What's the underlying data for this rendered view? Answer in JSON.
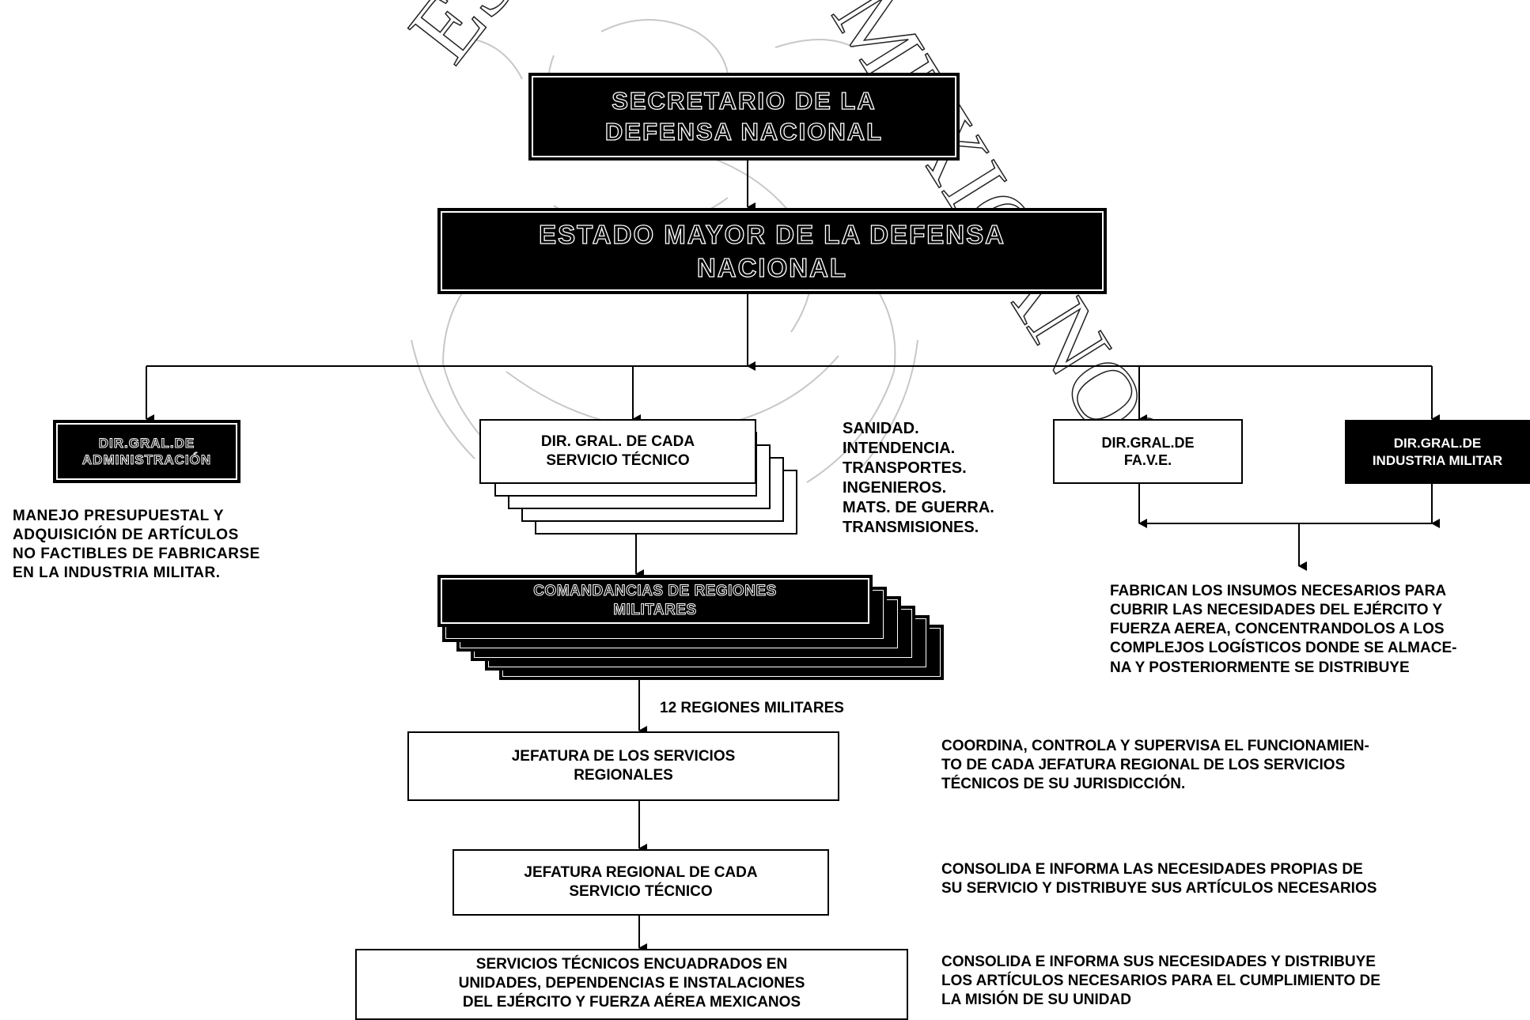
{
  "seal": {
    "text_left": "ESTADOS",
    "text_right": "MEXICANOS"
  },
  "boxes": {
    "secretario": "SECRETARIO DE LA\nDEFENSA NACIONAL",
    "estado_mayor": "ESTADO MAYOR DE LA DEFENSA\nNACIONAL",
    "dir_admin": "DIR.GRAL.DE\nADMINISTRACIÓN",
    "dir_servicio": "DIR. GRAL. DE CADA\nSERVICIO TÉCNICO",
    "dir_fave": "DIR.GRAL.DE\nFA.V.E.",
    "dir_industria": "DIR.GRAL.DE\nINDUSTRIA MILITAR",
    "comandancias": "COMANDANCIAS DE REGIONES\nMILITARES",
    "jefatura_servicios": "JEFATURA DE LOS SERVICIOS\nREGIONALES",
    "jefatura_regional": "JEFATURA REGIONAL DE CADA\nSERVICIO TÉCNICO",
    "servicios_encuadrados": "SERVICIOS TÉCNICOS ENCUADRADOS EN\nUNIDADES, DEPENDENCIAS E INSTALACIONES\nDEL EJÉRCITO Y FUERZA AÉREA MEXICANOS"
  },
  "notes": {
    "services_list": "SANIDAD.\nINTENDENCIA.\nTRANSPORTES.\nINGENIEROS.\nMATS. DE GUERRA.\nTRANSMISIONES.",
    "admin_desc": "MANEJO PRESUPUESTAL Y\nADQUISICIÓN DE ARTÍCULOS\nNO FACTIBLES DE FABRICARSE\nEN LA INDUSTRIA MILITAR.",
    "industria_desc": "FABRICAN LOS INSUMOS NECESARIOS PARA\nCUBRIR LAS NECESIDADES DEL EJÉRCITO Y\nFUERZA AEREA, CONCENTRANDOLOS A LOS\nCOMPLEJOS LOGÍSTICOS DONDE SE ALMACE-\nNA Y POSTERIORMENTE SE DISTRIBUYE",
    "regiones": "12 REGIONES MILITARES",
    "jefatura_servicios_desc": "COORDINA, CONTROLA Y SUPERVISA EL FUNCIONAMIEN-\nTO DE CADA JEFATURA REGIONAL DE LOS SERVICIOS\nTÉCNICOS DE SU JURISDICCIÓN.",
    "jefatura_regional_desc": "CONSOLIDA E INFORMA LAS NECESIDADES PROPIAS DE\nSU SERVICIO Y DISTRIBUYE SUS ARTÍCULOS NECESARIOS",
    "servicios_encuadrados_desc": "CONSOLIDA E INFORMA SUS NECESIDADES Y DISTRIBUYE\nLOS ARTÍCULOS NECESARIOS PARA EL CUMPLIMIENTO DE\nLA MISIÓN DE SU UNIDAD"
  }
}
